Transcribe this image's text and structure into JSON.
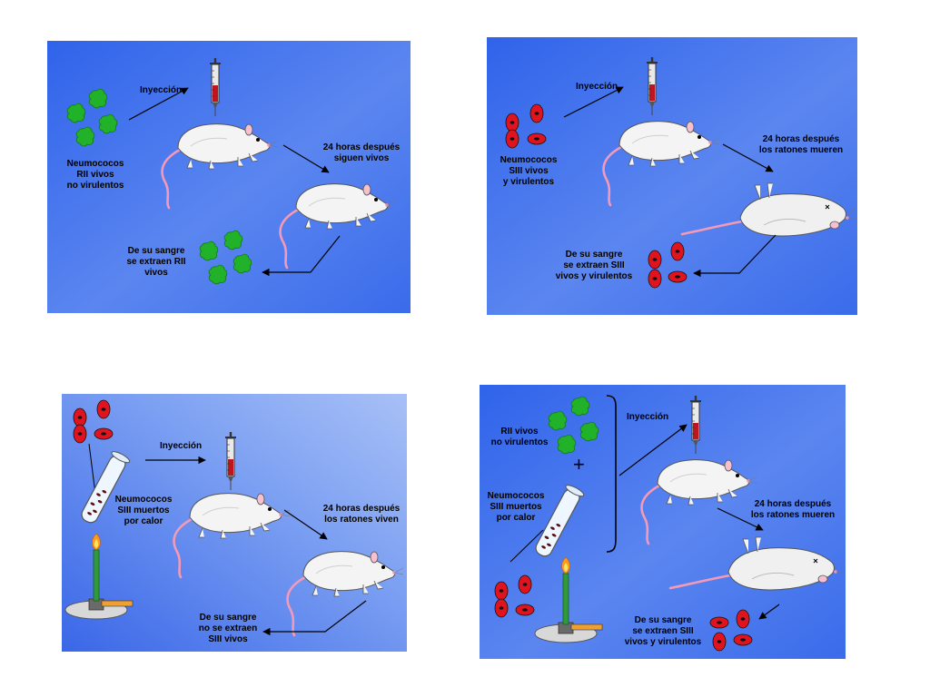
{
  "colors": {
    "panel_light": "#8fb1f5",
    "panel_dark": "#3060e8",
    "rough_bacteria": "#22b22a",
    "smooth_bacteria": "#e0141e",
    "mouse_body": "#f4f4f4",
    "mouse_tail": "#f29ab7",
    "blood": "#b0141e",
    "flame": "#ff9a1a",
    "burner": "#2e9a3c"
  },
  "icons": [
    "syringe-icon",
    "mouse-icon",
    "dead-mouse-icon",
    "bacteria-rough-icon",
    "bacteria-smooth-icon",
    "test-tube-icon",
    "bunsen-burner-icon",
    "arrow-icon",
    "bracket-icon"
  ],
  "panels": [
    {
      "injection": "Inyección",
      "bacteria": [
        "Neumococos",
        "RII vivos",
        "no virulentos"
      ],
      "after": [
        "24 horas después",
        "siguen vivos"
      ],
      "blood": [
        "De su sangre",
        "se extraen RII",
        "vivos"
      ]
    },
    {
      "injection": "Inyección",
      "bacteria": [
        "Neumococos",
        "SIII vivos",
        "y virulentos"
      ],
      "after": [
        "24 horas después",
        "los ratones mueren"
      ],
      "blood": [
        "De su sangre",
        "se extraen SIII",
        "vivos y virulentos"
      ]
    },
    {
      "injection": "Inyección",
      "bacteria": [
        "Neumococos",
        "SIII muertos",
        "por calor"
      ],
      "after": [
        "24 horas después",
        "los ratones viven"
      ],
      "blood": [
        "De su sangre",
        "no se extraen",
        "SIII vivos"
      ]
    },
    {
      "injection": "Inyección",
      "bacteria_rough": [
        "RII vivos",
        "no virulentos"
      ],
      "plus": "+",
      "bacteria": [
        "Neumococos",
        "SIII muertos",
        "por calor"
      ],
      "after": [
        "24 horas después",
        "los ratones mueren"
      ],
      "blood": [
        "De su sangre",
        "se extraen SIII",
        "vivos y virulentos"
      ]
    }
  ]
}
